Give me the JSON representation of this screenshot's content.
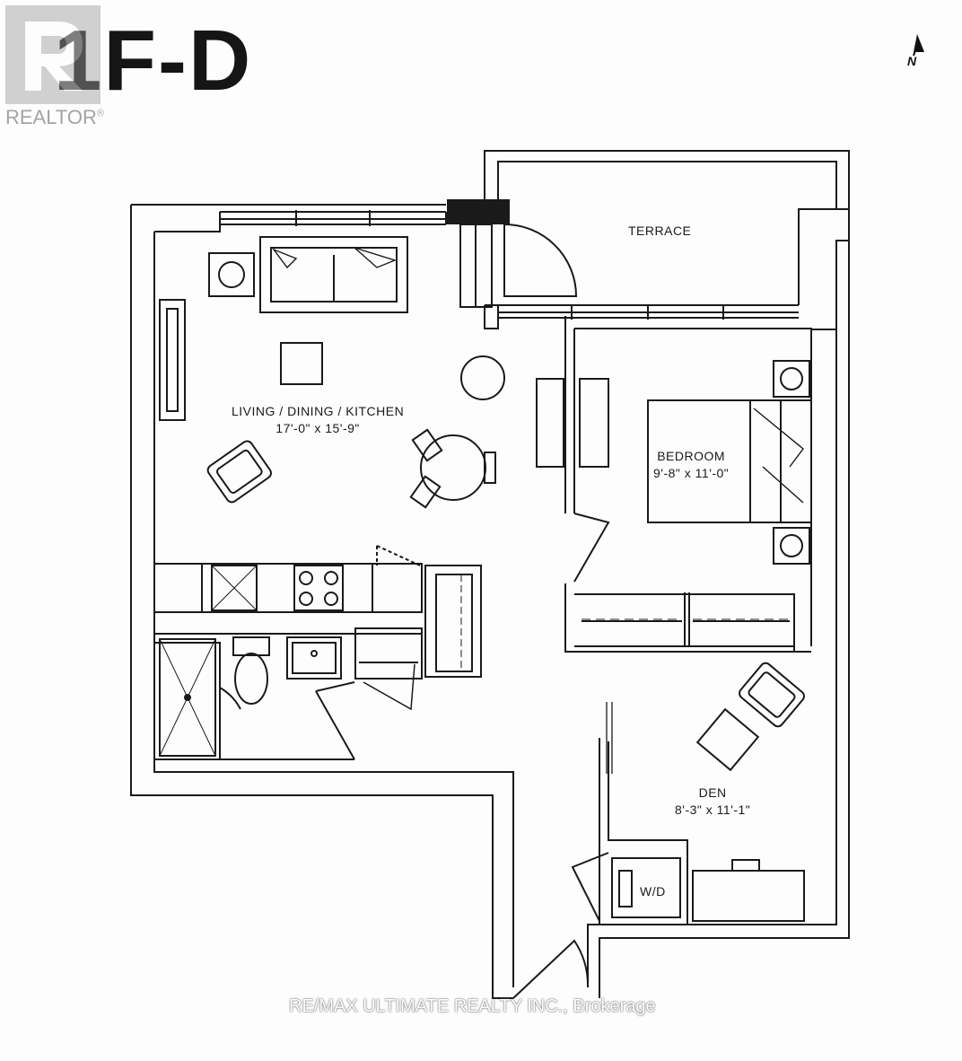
{
  "unit": {
    "title": "1F-D"
  },
  "rooms": {
    "terrace": {
      "name": "TERRACE"
    },
    "living": {
      "name": "LIVING / DINING / KITCHEN",
      "size": "17'-0\" x 15'-9\""
    },
    "bedroom": {
      "name": "BEDROOM",
      "size": "9'-8\" x 11'-0\""
    },
    "den": {
      "name": "DEN",
      "size": "8'-3\" x 11'-1\""
    },
    "laundry": {
      "name": "W/D"
    }
  },
  "compass": {
    "label": "N"
  },
  "watermarks": {
    "realtor": "REALTOR",
    "realtor_mark": "®",
    "brokerage": "RE/MAX ULTIMATE REALTY INC., Brokerage"
  },
  "colors": {
    "line": "#1a1a1a",
    "background": "#fdfdfd"
  }
}
